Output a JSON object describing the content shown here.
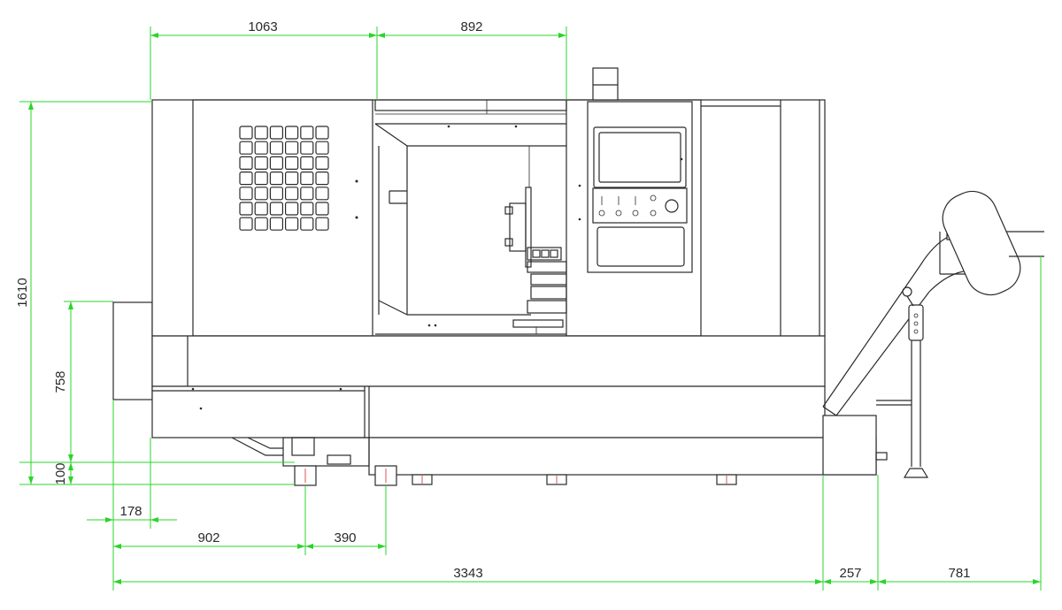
{
  "colors": {
    "dimension": "#2bd42b",
    "machine": "#2a2a2a",
    "foot_mark": "#e05050"
  },
  "dimensions": {
    "top_left": "1063",
    "top_right": "892",
    "overall_height": "1610",
    "height_mid": "758",
    "height_low": "100",
    "left_offset": "178",
    "foot_spacing_a": "902",
    "foot_spacing_b": "390",
    "overall_length": "3343",
    "conveyor_gap": "257",
    "conveyor_length": "781"
  }
}
